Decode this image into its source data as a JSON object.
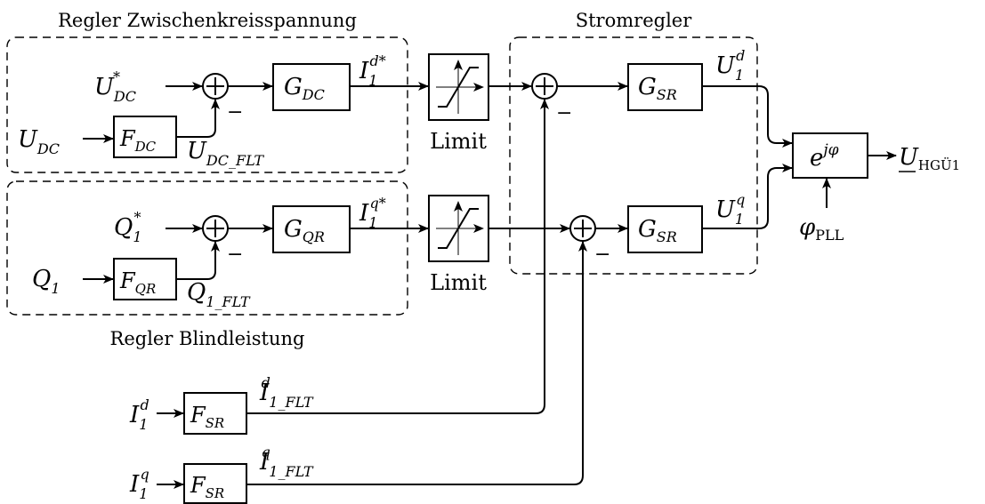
{
  "groups": {
    "dc_controller": "Regler Zwischenkreisspannung",
    "current_controller": "Stromregler",
    "reactive_controller": "Regler Blindleistung"
  },
  "blocks": {
    "g_dc": {
      "main": "G",
      "sub": "DC"
    },
    "f_dc": {
      "main": "F",
      "sub": "DC"
    },
    "g_qr": {
      "main": "G",
      "sub": "QR"
    },
    "f_qr": {
      "main": "F",
      "sub": "QR"
    },
    "g_sr_top": {
      "main": "G",
      "sub": "SR"
    },
    "g_sr_bottom": {
      "main": "G",
      "sub": "SR"
    },
    "f_sr_top": {
      "main": "F",
      "sub": "SR"
    },
    "f_sr_bottom": {
      "main": "F",
      "sub": "SR"
    },
    "rotation": {
      "main": "e",
      "sup": "jφ"
    },
    "limit_label": "Limit"
  },
  "signals": {
    "u_dc_ref": {
      "main": "U",
      "sub": "DC",
      "sup": "*"
    },
    "u_dc": {
      "main": "U",
      "sub": "DC"
    },
    "u_dc_flt": {
      "main": "U",
      "sub": "DC_FLT"
    },
    "i1d_ref": {
      "main": "I",
      "sub": "1",
      "sup": "d*"
    },
    "q1_ref": {
      "main": "Q",
      "sub": "1",
      "sup": "*"
    },
    "q1": {
      "main": "Q",
      "sub": "1"
    },
    "q1_flt": {
      "main": "Q",
      "sub": "1_FLT"
    },
    "i1q_ref": {
      "main": "I",
      "sub": "1",
      "sup": "q*"
    },
    "u1d": {
      "main": "U",
      "sub": "1",
      "sup": "d"
    },
    "u1q": {
      "main": "U",
      "sub": "1",
      "sup": "q"
    },
    "phi_pll": {
      "main": "φ",
      "sub": "PLL"
    },
    "u_hgu1": {
      "main": "U",
      "sub": "HGÜ1"
    },
    "i1d": {
      "main": "I",
      "sub": "1",
      "sup": "d"
    },
    "i1q": {
      "main": "I",
      "sub": "1",
      "sup": "q"
    },
    "i1d_flt": {
      "main": "I",
      "sub": "1_FLT",
      "sup": "d"
    },
    "i1q_flt": {
      "main": "I",
      "sub": "1_FLT",
      "sup": "q"
    }
  },
  "sum_symbols": {
    "plus": "+",
    "minus": "−"
  }
}
